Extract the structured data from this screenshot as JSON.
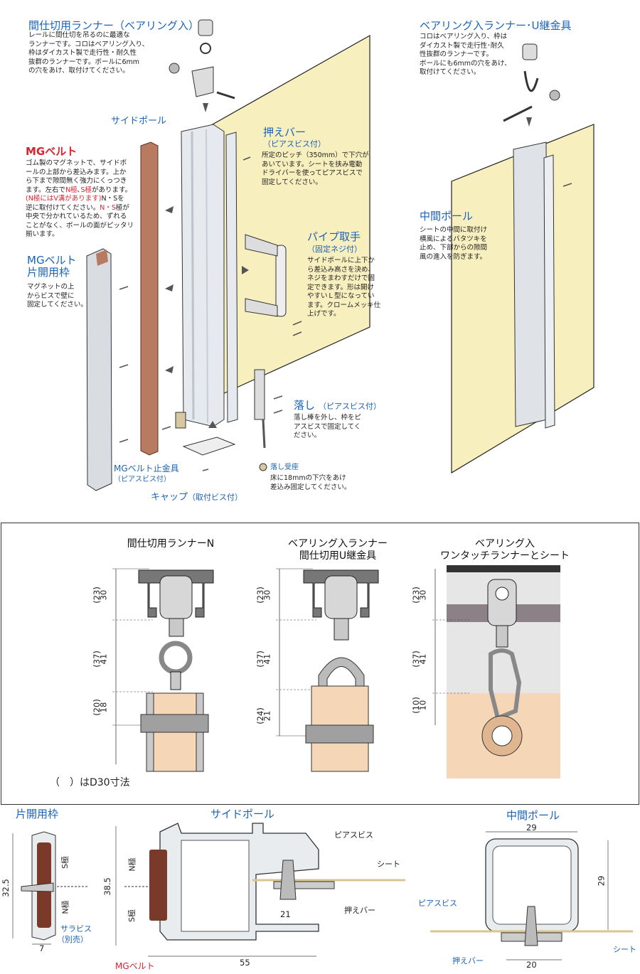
{
  "top": {
    "runner": {
      "title": "間仕切用ランナー（ベアリング入）",
      "desc": "レールに間仕切を吊るのに最適な\nランナーです。コロはベアリング入り、\n枠はダイカスト製で走行性・耐久性\n抜群のランナーです。ボールに6mm\nの穴をあけ、取付けてください。"
    },
    "bearing_u": {
      "title": "ベアリング入ランナー･U継金具",
      "desc": "コロはベアリング入り、枠は\nダイカスト製で走行性･耐久\n性抜群のランナーです。\nボールにも6mmの穴をあけ、\n取付けてください。"
    },
    "side_pole": {
      "label": "サイドポール"
    },
    "mg_belt": {
      "title": "MGベルト",
      "desc_1": "ゴム製のマグネットで、サイドポ\nールの上部から差込みます。上か\nら下まで隙間無く強力にくっつき\nます。左右で",
      "n_pole": "N極",
      "sep": "､",
      "s_pole": "S極",
      "desc_2": "があります。",
      "red_note": "(N極にはV溝があります)",
      "desc_3": "N・Sを\n逆に取付けてください。",
      "red_note_2": "N・S",
      "desc_4": "極が\n中央で分かれているため、ずれる\nことがなく、ボールの面がピッタリ\n揃います。"
    },
    "mg_belt_frame": {
      "title_1": "MGベルト",
      "title_2": "片開用枠",
      "desc": "マグネットの上\nからビスで壁に\n固定してください。"
    },
    "press_bar": {
      "title": "押えバー",
      "sub": "（ピアスビス付）",
      "desc": "所定のピッチ（350mm）で下穴が\nあいています。シートを挟み電動\nドライバーを使ってピアスビスで\n固定してください。"
    },
    "pipe_handle": {
      "title": "パイプ取手",
      "sub": "（固定ネジ付）",
      "desc": "サイドポールに上下か\nら差込み高さを決め、\nネジをまわすだけで固\n定できます。形は開け\nやすいＬ型になってい\nます。クロームメッキ仕\n上げです。"
    },
    "middle_pole": {
      "title": "中間ポール",
      "desc": "シートの中間に取付け\n横風によるバタツキを\n止め、下部からの隙間\n風の進入を防ぎます。"
    },
    "drop": {
      "title": "落し",
      "sub": "（ピアスビス付）",
      "desc": "落し棒を外し、枠をピ\nアスビスで固定してく\nださい。"
    },
    "mg_stop": {
      "title": "MGベルト止金具",
      "sub": "（ピアスビス付）"
    },
    "cap": {
      "title": "キャップ",
      "sub": "（取付ビス付）"
    },
    "drop_seat": {
      "title": "落し受座",
      "desc": "床に18mmの下穴をあけ\n差込み固定してください。"
    }
  },
  "middle": {
    "col1": {
      "title": "間仕切用ランナーN",
      "d1": "(23)",
      "d1b": "30",
      "d2": "(37)",
      "d2b": "41",
      "d3": "(20)",
      "d3b": "18"
    },
    "col2": {
      "title": "ベアリング入ランナー\n間仕切用U継金具",
      "d1": "(23)",
      "d1b": "30",
      "d2": "(37)",
      "d2b": "41",
      "d3": "(24)",
      "d3b": "21"
    },
    "col3": {
      "title": "ベアリング入\nワンタッチランナーとシート",
      "d1": "(23)",
      "d1b": "30",
      "d2": "(37)",
      "d2b": "41",
      "d3": "(10)",
      "d3b": "10"
    },
    "note": "（　）はD30寸法"
  },
  "bottom": {
    "frame": {
      "title": "片開用枠",
      "h": "32.5",
      "w": "7",
      "s_pole": "S極",
      "n_pole": "N極",
      "screw": "サラビス",
      "screw_sub": "（別売）"
    },
    "side": {
      "title": "サイドポール",
      "h": "38.5",
      "w": "55",
      "w2": "21",
      "n_pole": "N極",
      "s_pole": "S極",
      "pierce": "ピアスビス",
      "sheet": "シート",
      "press": "押えバー",
      "mg": "MGベルト"
    },
    "mid": {
      "title": "中間ポール",
      "w": "29",
      "h": "29",
      "w2": "20",
      "pierce": "ピアスビス",
      "press": "押えバー",
      "sheet": "シート"
    }
  },
  "colors": {
    "accent": "#1a63b8",
    "red": "#d9232f",
    "wall": "#f8efbf",
    "belt": "#b97a62",
    "wood": "#f5d7b8"
  }
}
